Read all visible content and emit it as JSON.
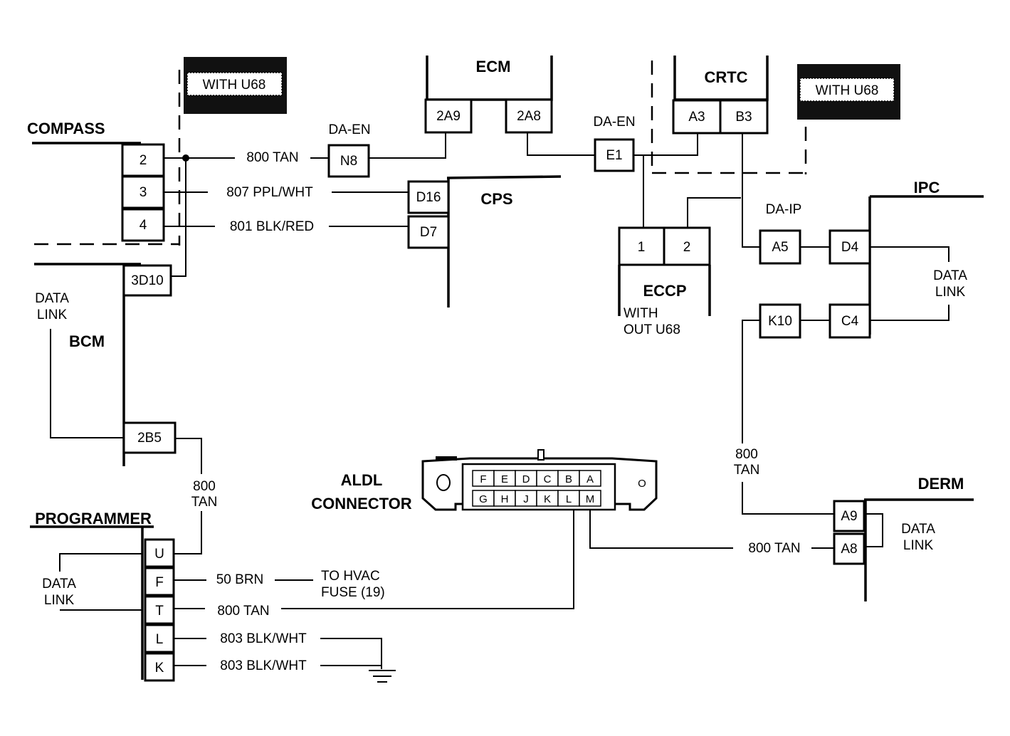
{
  "modules": {
    "compass": "COMPASS",
    "ecm": "ECM",
    "crtc": "CRTC",
    "cps": "CPS",
    "ipc": "IPC",
    "bcm": "BCM",
    "eccp": "ECCP",
    "aldl_1": "ALDL",
    "aldl_2": "CONNECTOR",
    "derm": "DERM",
    "programmer": "PROGRAMMER"
  },
  "option_boxes": {
    "left": "WITH U68",
    "right": "WITH U68"
  },
  "splices": {
    "da_en_left": "DA-EN",
    "da_en_right": "DA-EN",
    "da_ip": "DA-IP"
  },
  "eccp_note": {
    "line1": "WITH",
    "line2": "OUT U68"
  },
  "pins": {
    "compass_2": "2",
    "compass_3": "3",
    "compass_4": "4",
    "bcm_3d10": "3D10",
    "bcm_2b5": "2B5",
    "n8": "N8",
    "ecm_2a9": "2A9",
    "ecm_2a8": "2A8",
    "e1": "E1",
    "crtc_a3": "A3",
    "crtc_b3": "B3",
    "cps_d16": "D16",
    "cps_d7": "D7",
    "eccp_1": "1",
    "eccp_2": "2",
    "a5": "A5",
    "ipc_d4": "D4",
    "k10": "K10",
    "ipc_c4": "C4",
    "derm_a9": "A9",
    "derm_a8": "A8",
    "prog_u": "U",
    "prog_f": "F",
    "prog_t": "T",
    "prog_l": "L",
    "prog_k": "K"
  },
  "aldl_pins_top": [
    "F",
    "E",
    "D",
    "C",
    "B",
    "A"
  ],
  "aldl_pins_bottom": [
    "G",
    "H",
    "J",
    "K",
    "L",
    "M"
  ],
  "aldl_side": "O",
  "wires": {
    "w_800_tan_compass": "800 TAN",
    "w_807": "807 PPL/WHT",
    "w_801": "801 BLK/RED",
    "w_800_bcm_1": "800",
    "w_800_bcm_2": "TAN",
    "w_50_brn": "50 BRN",
    "w_800_tan_prog": "800 TAN",
    "w_803_a": "803 BLK/WHT",
    "w_803_b": "803 BLK/WHT",
    "w_800_derm_1": "800",
    "w_800_derm_2": "TAN",
    "w_800_tan_derm": "800 TAN"
  },
  "hvac": {
    "line1": "TO HVAC",
    "line2": "FUSE (19)"
  },
  "data_link": {
    "bcm_1": "DATA",
    "bcm_2": "LINK",
    "prog_1": "DATA",
    "prog_2": "LINK",
    "ipc_1": "DATA",
    "ipc_2": "LINK",
    "derm_1": "DATA",
    "derm_2": "LINK"
  }
}
